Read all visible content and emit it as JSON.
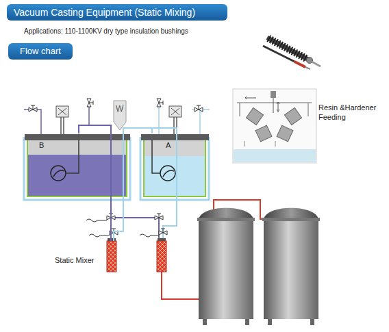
{
  "diagram": {
    "title": "Vacuum Casting Equipment (Static Mixing)",
    "nodes": [
      {
        "text": [
          "Flow chart"
        ]
      },
      {
        "text": [
          "B"
        ]
      },
      {
        "text": [
          "A"
        ]
      },
      {
        "text": [
          "Resin &Hardener Feeding"
        ]
      },
      {
        "text": [
          "Static Mixer"
        ]
      }
    ],
    "edges": [
      {
        "from": 1,
        "to": 4,
        "arrow": "none"
      },
      {
        "from": 2,
        "to": 4,
        "arrow": "none"
      }
    ],
    "labels": [
      "Applications: 110-1100KV dry type insulation bushings",
      "W"
    ]
  }
}
